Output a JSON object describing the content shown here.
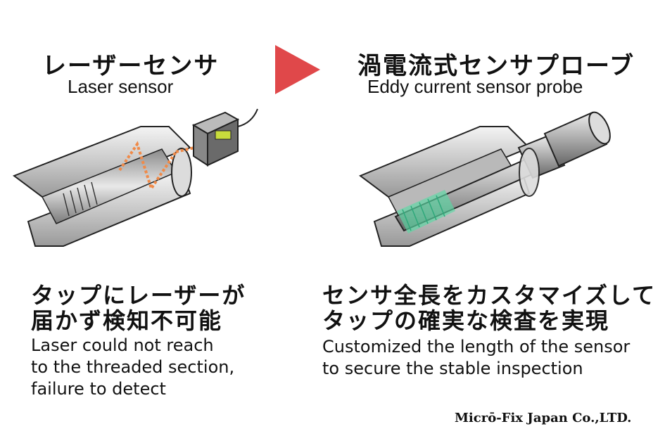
{
  "left_panel": {
    "title_jp": "レーザーセンサ",
    "title_en": "Laser sensor",
    "caption_jp": [
      "タップにレーザーが",
      "届かず検知不可能"
    ],
    "caption_en": [
      "Laser could not reach",
      "to the threaded section,",
      "failure to detect"
    ]
  },
  "right_panel": {
    "title_jp": "渦電流式センサプローブ",
    "title_en": "Eddy current sensor probe",
    "caption_jp": [
      "センサ全長をカスタマイズして",
      "タップの確実な検査を実現"
    ],
    "caption_en": [
      "Customized the length of the sensor",
      "to secure the stable inspection"
    ]
  },
  "company": "Micrō-Fix Japan Co.,LTD.",
  "colors": {
    "arrow": "#e0484a",
    "laser": "#f08a48",
    "sensor_window": "#c8dc3c",
    "eddy_glow": "#5ad9a4"
  },
  "icons": [
    "play-arrow-icon",
    "laser-sensor-icon",
    "eddy-probe-icon",
    "threaded-bore-icon"
  ]
}
